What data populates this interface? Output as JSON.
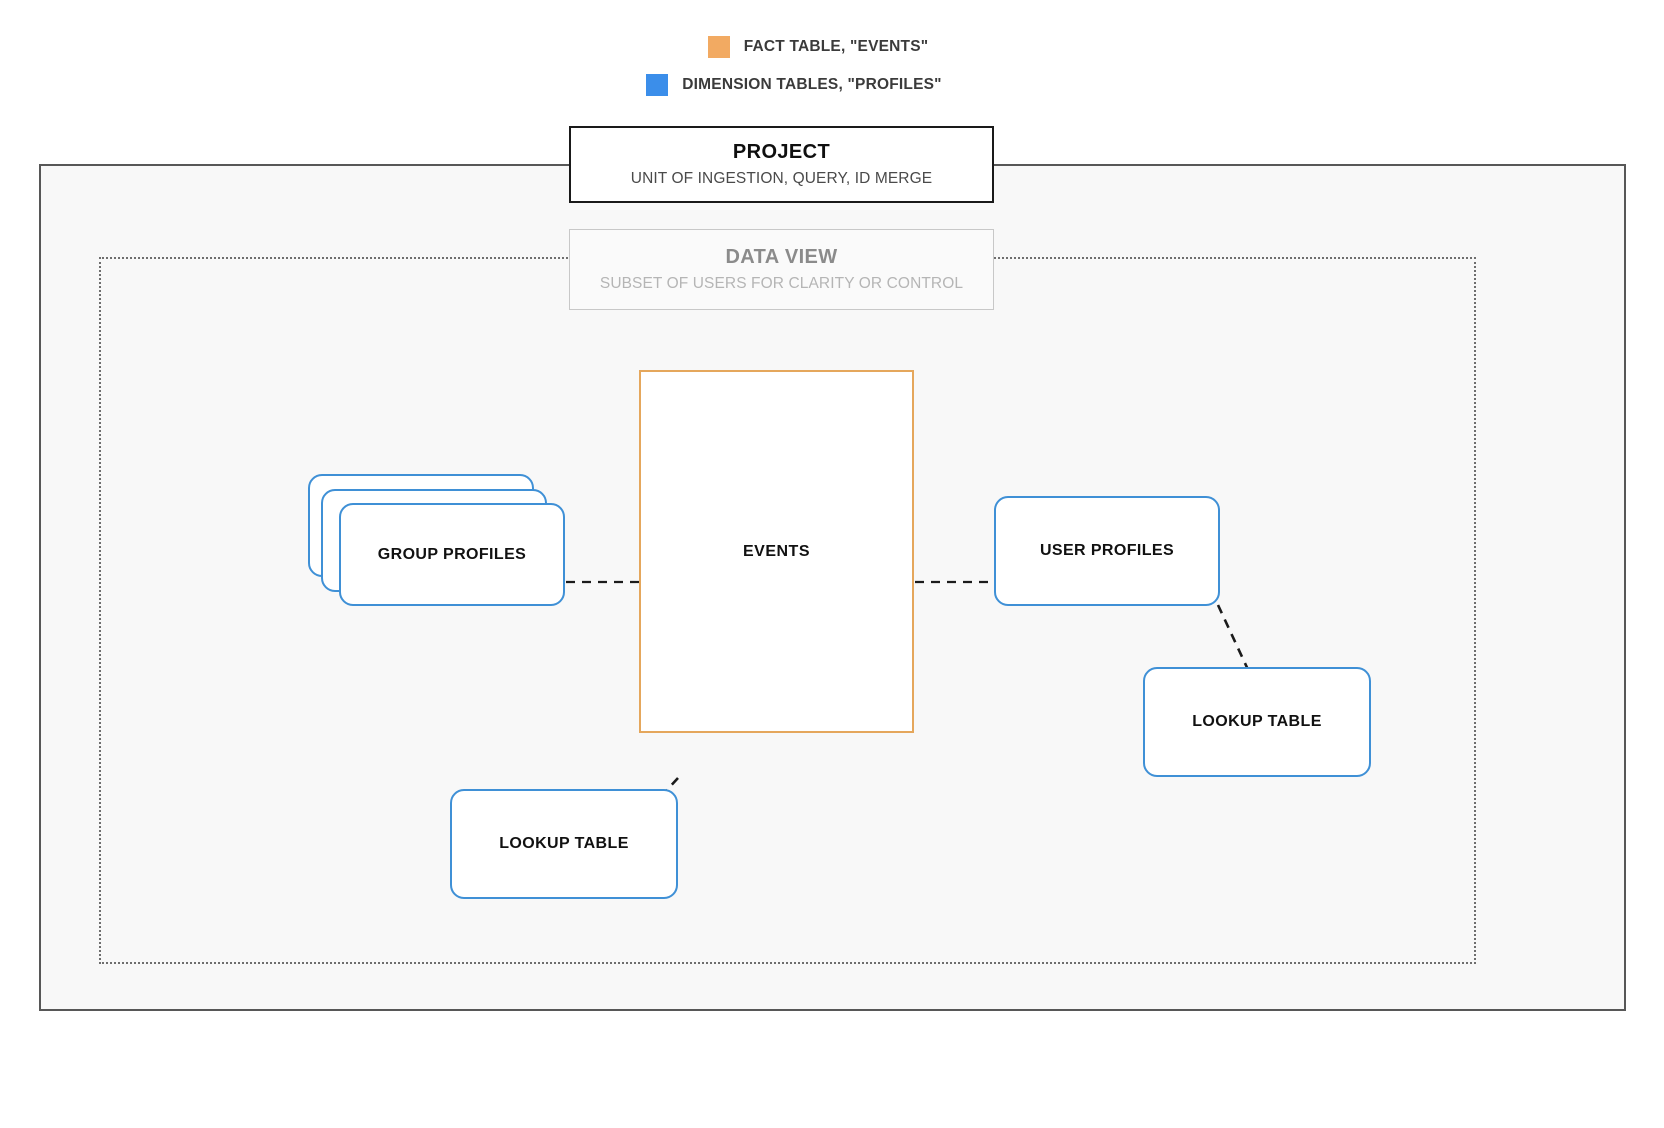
{
  "legend": {
    "items": [
      {
        "label": "FACT TABLE, \"EVENTS\"",
        "color": "#f2aa62",
        "swatch_name": "legend-swatch-fact-table"
      },
      {
        "label": "DIMENSION TABLES, \"PROFILES\"",
        "color": "#3b8eea",
        "swatch_name": "legend-swatch-dimension-tables"
      }
    ]
  },
  "project": {
    "title": "PROJECT",
    "subtitle": "UNIT OF INGESTION, QUERY, ID MERGE"
  },
  "data_view": {
    "title": "DATA VIEW",
    "subtitle": "SUBSET OF USERS FOR CLARITY OR CONTROL"
  },
  "fact_table": {
    "label": "EVENTS",
    "border_color": "#e5a75c"
  },
  "dimension_tables": {
    "border_color": "#3f90d6",
    "group_profiles": {
      "label": "GROUP PROFILES",
      "stacked": true,
      "stack_count": 3
    },
    "user_profiles": {
      "label": "USER PROFILES",
      "stacked": false
    },
    "lookup_table_left": {
      "label": "LOOKUP TABLE",
      "stacked": false
    },
    "lookup_table_right": {
      "label": "LOOKUP TABLE",
      "stacked": false
    }
  },
  "connections": [
    {
      "from": "GROUP PROFILES",
      "to": "EVENTS",
      "style": "dashed",
      "orientation": "horizontal"
    },
    {
      "from": "EVENTS",
      "to": "USER PROFILES",
      "style": "dashed",
      "orientation": "horizontal"
    },
    {
      "from": "EVENTS",
      "to": "LOOKUP TABLE",
      "style": "dashed",
      "orientation": "diagonal"
    },
    {
      "from": "USER PROFILES",
      "to": "LOOKUP TABLE",
      "style": "dashed",
      "orientation": "diagonal"
    }
  ],
  "frames": {
    "project_frame_color": "#575757",
    "project_frame_fill": "#f8f8f8",
    "data_view_frame_color": "#6e6e6e"
  }
}
